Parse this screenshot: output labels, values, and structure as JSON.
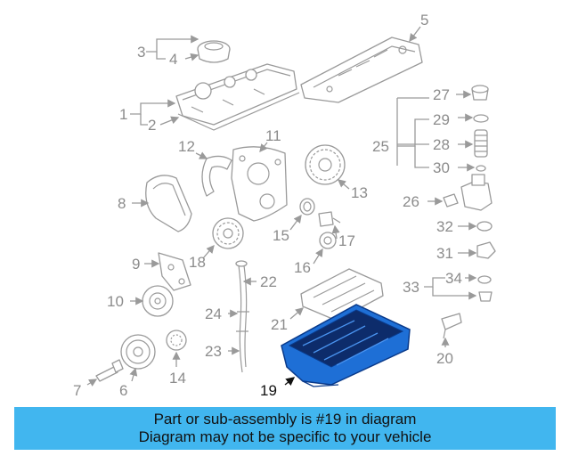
{
  "diagram": {
    "highlight_color": "#1e6fd6",
    "highlighted_callout": "19",
    "callouts": [
      "1",
      "2",
      "3",
      "4",
      "5",
      "6",
      "7",
      "8",
      "9",
      "10",
      "11",
      "12",
      "13",
      "14",
      "15",
      "16",
      "17",
      "18",
      "19",
      "20",
      "21",
      "22",
      "23",
      "24",
      "25",
      "26",
      "27",
      "28",
      "29",
      "30",
      "31",
      "32",
      "33",
      "34"
    ]
  },
  "banner": {
    "color": "#41b6ef",
    "line1": "Part or sub-assembly is #19 in diagram",
    "line2": "Diagram may not be specific to your vehicle"
  }
}
